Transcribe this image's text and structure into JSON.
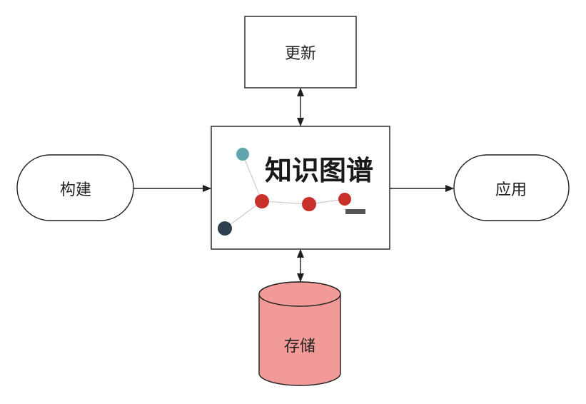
{
  "nodes": {
    "update": {
      "label": "更新"
    },
    "build": {
      "label": "构建"
    },
    "apply": {
      "label": "应用"
    },
    "storage": {
      "label": "存储"
    },
    "center": {
      "label": "知识图谱"
    }
  },
  "colors": {
    "storage_fill": "#F19A97",
    "node_teal": "#5FA3AD",
    "node_red": "#C8302B",
    "node_dark": "#2E3F4E",
    "tag_dark": "#555555"
  }
}
